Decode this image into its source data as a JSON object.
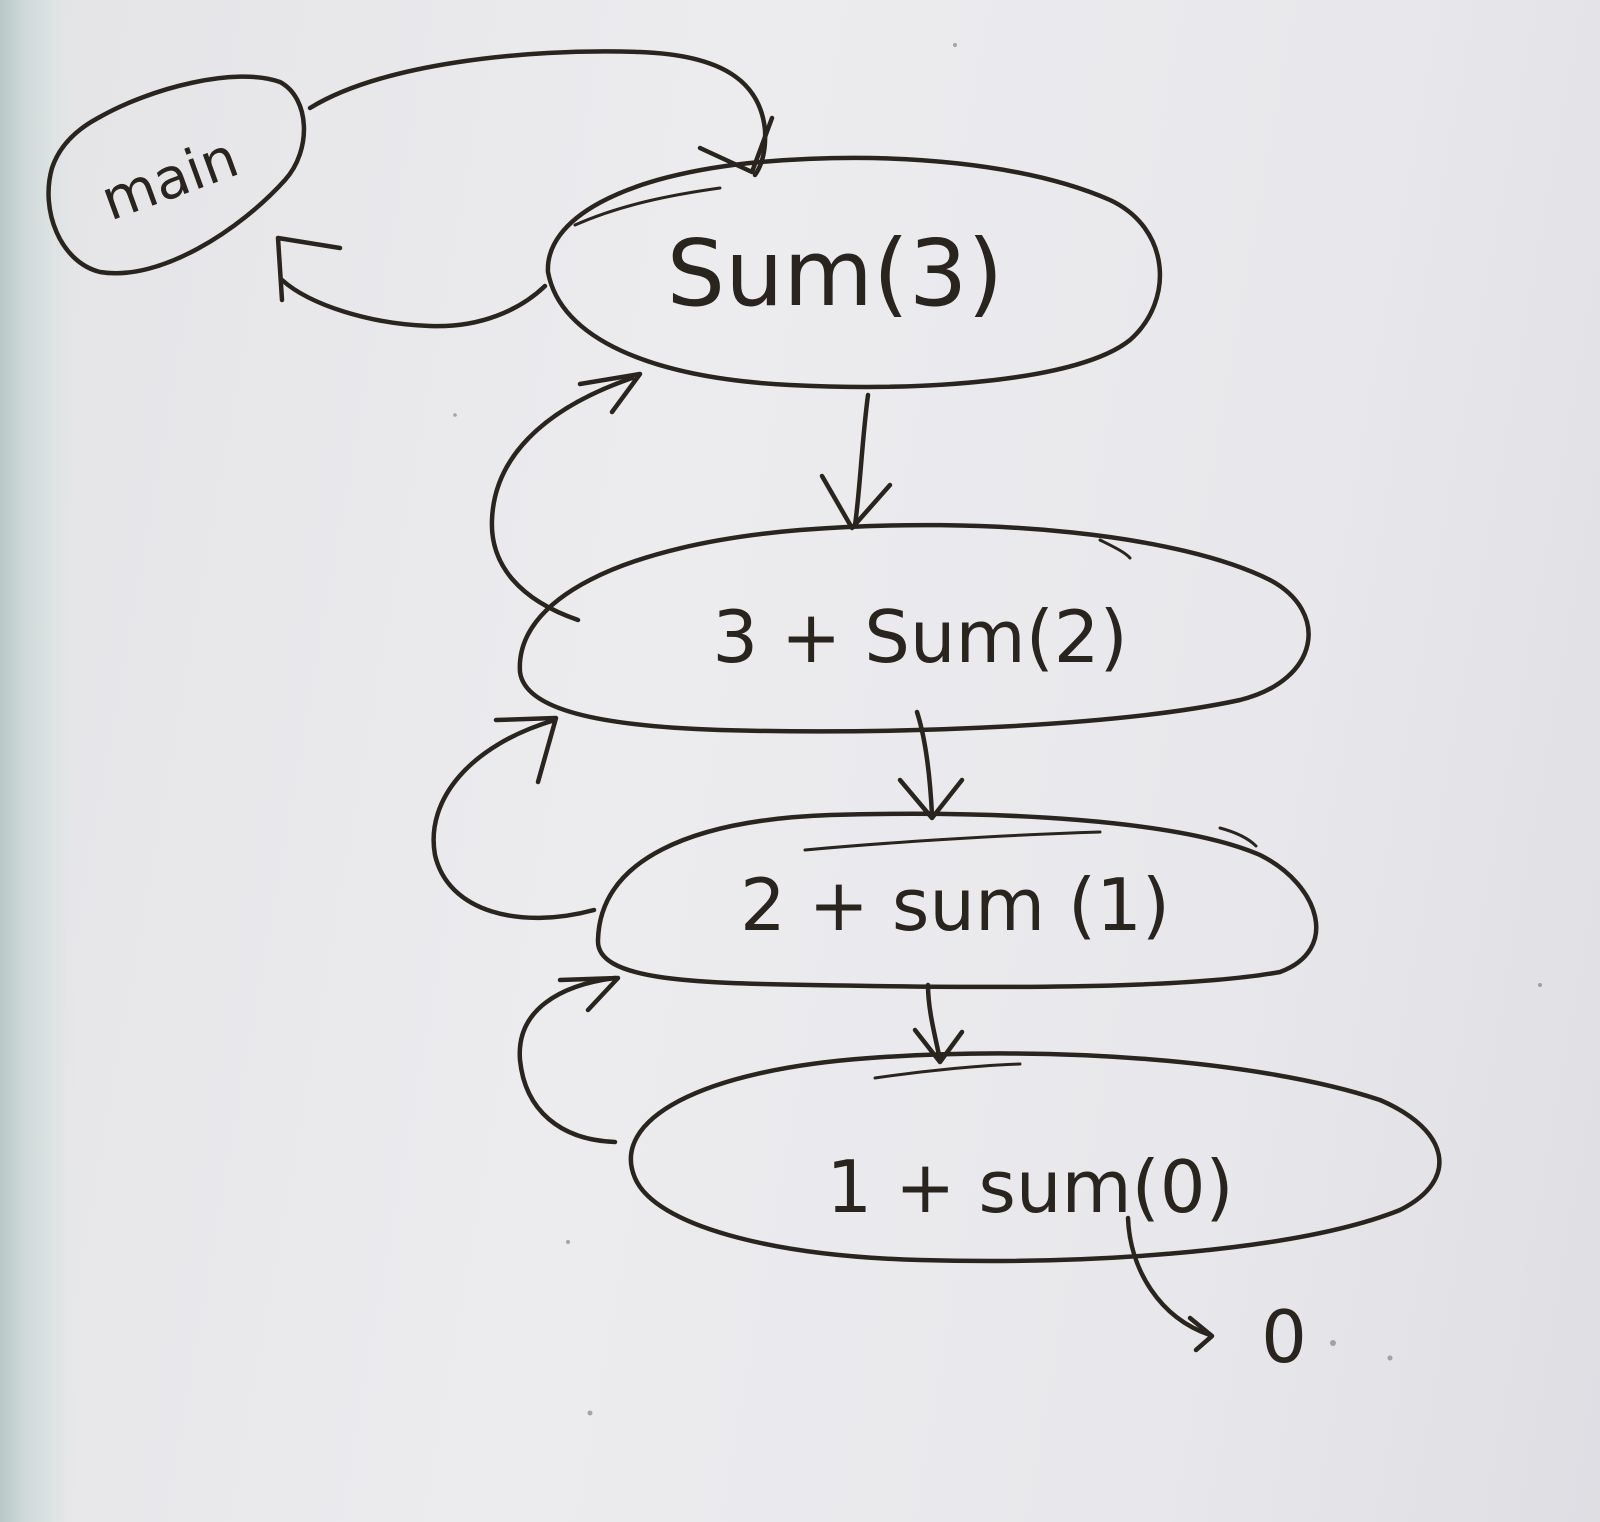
{
  "nodes": {
    "main": "main",
    "sum3": "Sum(3)",
    "sum2": "3 + Sum(2)",
    "sum1": "2 + sum (1)",
    "sum0": "1 + sum(0)"
  },
  "result": "0",
  "colors": {
    "ink": "#2a241e",
    "board": "#e8e8ec",
    "board_edge": "#c3d1d0"
  }
}
